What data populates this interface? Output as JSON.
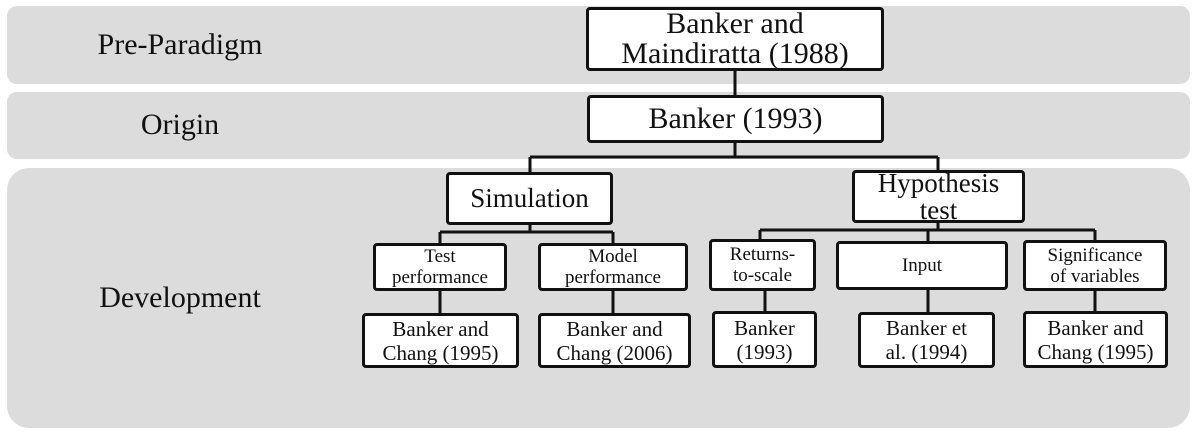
{
  "stages": {
    "pre_paradigm": "Pre-Paradigm",
    "origin": "Origin",
    "development": "Development"
  },
  "nodes": {
    "root_pre": "Banker and\nMaindiratta (1988)",
    "origin": "Banker (1993)",
    "simulation": "Simulation",
    "hypothesis_test": "Hypothesis\ntest",
    "test_performance": "Test\nperformance",
    "model_performance": "Model\nperformance",
    "returns_to_scale": "Returns-\nto-scale",
    "input": "Input",
    "significance": "Significance\nof variables",
    "leaf_banker_chang_1995_a": "Banker and\nChang (1995)",
    "leaf_banker_chang_2006": "Banker and\nChang (2006)",
    "leaf_banker_1993": "Banker\n(1993)",
    "leaf_banker_et_al_1994": "Banker et\nal. (1994)",
    "leaf_banker_chang_1995_b": "Banker and\nChang (1995)"
  }
}
